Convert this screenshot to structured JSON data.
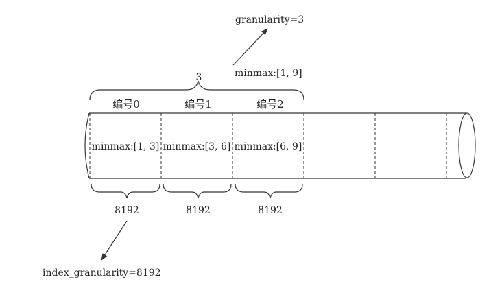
{
  "granularity_label": "granularity=3",
  "group_count_label": "3",
  "group_minmax_label": "minmax:[1, 9]",
  "marks": [
    {
      "label": "编号0",
      "minmax": "minmax:[1, 3]",
      "rows": "8192"
    },
    {
      "label": "编号1",
      "minmax": "minmax:[3, 6]",
      "rows": "8192"
    },
    {
      "label": "编号2",
      "minmax": "minmax:[6, 9]",
      "rows": "8192"
    }
  ],
  "index_granularity_label": "index_granularity=8192"
}
